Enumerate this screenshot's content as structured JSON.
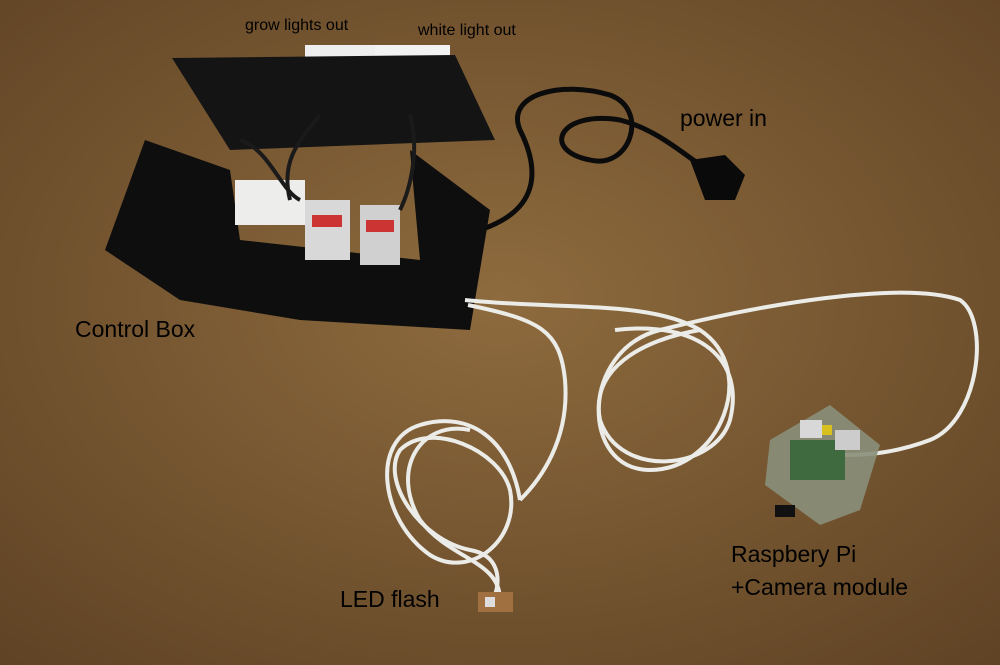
{
  "labels": {
    "grow_lights": "grow lights out",
    "white_light": "white light out",
    "power_in": "power in",
    "control_box": "Control Box",
    "led_flash": "LED flash",
    "raspberry_pi_line1": "Raspbery Pi",
    "raspberry_pi_line2": "+Camera module"
  },
  "colors": {
    "floor": "#7a5a34",
    "box": "#111111",
    "cable": "#e8e8e4"
  }
}
